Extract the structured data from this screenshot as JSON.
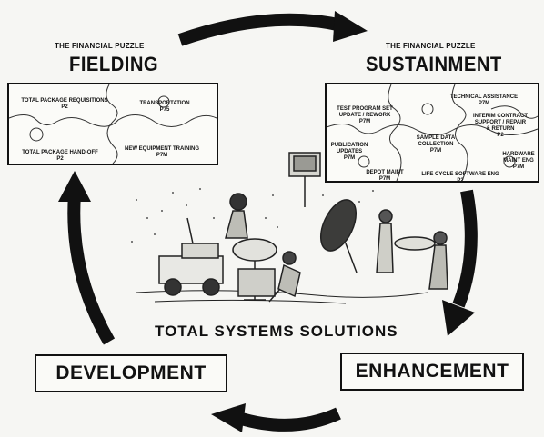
{
  "fielding": {
    "header": "THE FINANCIAL PUZZLE",
    "title": "FIELDING",
    "pieces": [
      {
        "id": "tpr",
        "line1": "TOTAL PACKAGE REQUISITIONS",
        "line2": "P2"
      },
      {
        "id": "trans",
        "line1": "TRANSPORTATION",
        "line2": "P75"
      },
      {
        "id": "tph",
        "line1": "TOTAL PACKAGE HAND-OFF",
        "line2": "P2"
      },
      {
        "id": "net",
        "line1": "NEW EQUIPMENT TRAINING",
        "line2": "P7M"
      }
    ]
  },
  "sustainment": {
    "header": "THE FINANCIAL PUZZLE",
    "title": "SUSTAINMENT",
    "pieces": [
      {
        "id": "tps",
        "line1": "TEST PROGRAM SET",
        "line2": "UPDATE / REWORK",
        "line3": "P7M"
      },
      {
        "id": "ta",
        "line1": "TECHNICAL ASSISTANCE",
        "line2": "P7M"
      },
      {
        "id": "pu",
        "line1": "PUBLICATION",
        "line2": "UPDATES",
        "line3": "P7M"
      },
      {
        "id": "sdc",
        "line1": "SAMPLE DATA",
        "line2": "COLLECTION",
        "line3": "P7M"
      },
      {
        "id": "ics",
        "line1": "INTERIM CONTRACT",
        "line2": "SUPPORT / REPAIR",
        "line3": "& RETURN",
        "line4": "P2"
      },
      {
        "id": "dm",
        "line1": "DEPOT MAINT",
        "line2": "P7M"
      },
      {
        "id": "lcs",
        "line1": "LIFE CYCLE SOFTWARE ENG",
        "line2": "P2"
      },
      {
        "id": "hme",
        "line1": "HARDWARE",
        "line2": "MAINT ENG",
        "line3": "P7M"
      }
    ]
  },
  "center_title": "TOTAL SYSTEMS SOLUTIONS",
  "phases": {
    "development": "DEVELOPMENT",
    "enhancement": "ENHANCEMENT"
  }
}
